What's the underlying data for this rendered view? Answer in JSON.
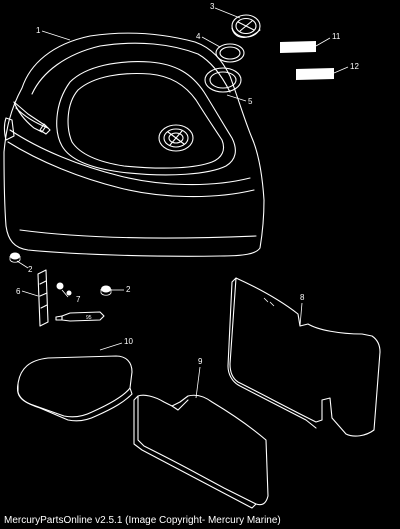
{
  "callouts": {
    "c1": "1",
    "c2a": "2",
    "c2b": "2",
    "c3": "3",
    "c4": "4",
    "c5": "5",
    "c6": "6",
    "c7": "7",
    "c8": "8",
    "c9": "9",
    "c10": "10",
    "c11": "11",
    "c12": "12"
  },
  "parts": {
    "sealant_tube_label": "95"
  },
  "footer": {
    "text": "MercuryPartsOnline v2.5.1 (Image Copyright- Mercury Marine)"
  },
  "colors": {
    "background": "#000000",
    "linework": "#ffffff"
  }
}
